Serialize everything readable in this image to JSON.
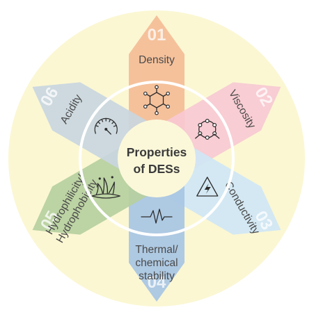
{
  "center": {
    "line1": "Properties",
    "line2": "of DESs"
  },
  "petals": [
    {
      "id": "density",
      "number": "01",
      "label_lines": [
        "Density"
      ],
      "color": "#f4bc96",
      "icon": "hexagon-molecule-icon"
    },
    {
      "id": "viscosity",
      "number": "02",
      "label_lines": [
        "Viscosity"
      ],
      "color": "#f7c9d3",
      "icon": "ring-molecule-icon"
    },
    {
      "id": "conductivity",
      "number": "03",
      "label_lines": [
        "Conductivity"
      ],
      "color": "#cfe6f5",
      "icon": "lightning-warning-icon"
    },
    {
      "id": "thermal",
      "number": "04",
      "label_lines": [
        "Thermal/",
        "chemical",
        "stability"
      ],
      "color": "#a7c4e3",
      "icon": "pulse-wave-icon"
    },
    {
      "id": "hydro",
      "number": "05",
      "label_lines": [
        "Hydrophilicity/",
        "Hydrophobicity"
      ],
      "color": "#b6cf9e",
      "icon": "water-splash-icon"
    },
    {
      "id": "acidity",
      "number": "06",
      "label_lines": [
        "Acidity"
      ],
      "color": "#c9d6df",
      "icon": "gauge-icon"
    }
  ],
  "colors": {
    "background_disc": "#fbf7d3",
    "inner_ring": "#ffffff",
    "center_disc": "#fbf8da"
  }
}
